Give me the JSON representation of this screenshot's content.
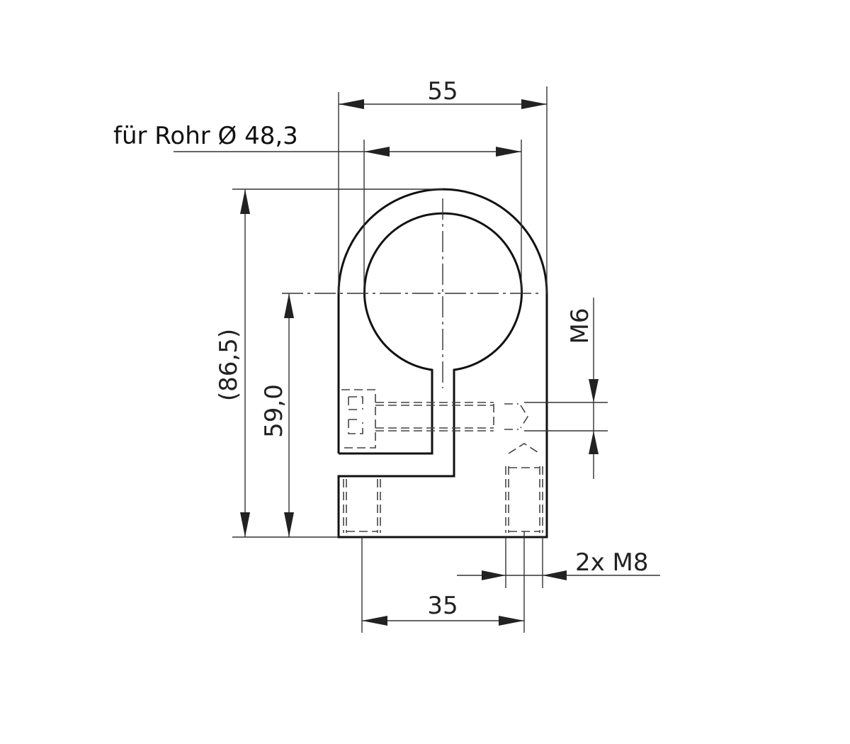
{
  "drawing": {
    "title_label": "für Rohr Ø 48,3",
    "part": "pipe clamp / Rohrschelle side view",
    "dimensions": {
      "overall_width": "55",
      "tube_diameter": "48,3",
      "overall_height": "(86,5)",
      "center_height": "59,0",
      "hole_spacing": "35",
      "side_thread": "M6",
      "bottom_thread": "2x M8"
    },
    "colors": {
      "line": "#111111",
      "background": "#ffffff"
    }
  }
}
